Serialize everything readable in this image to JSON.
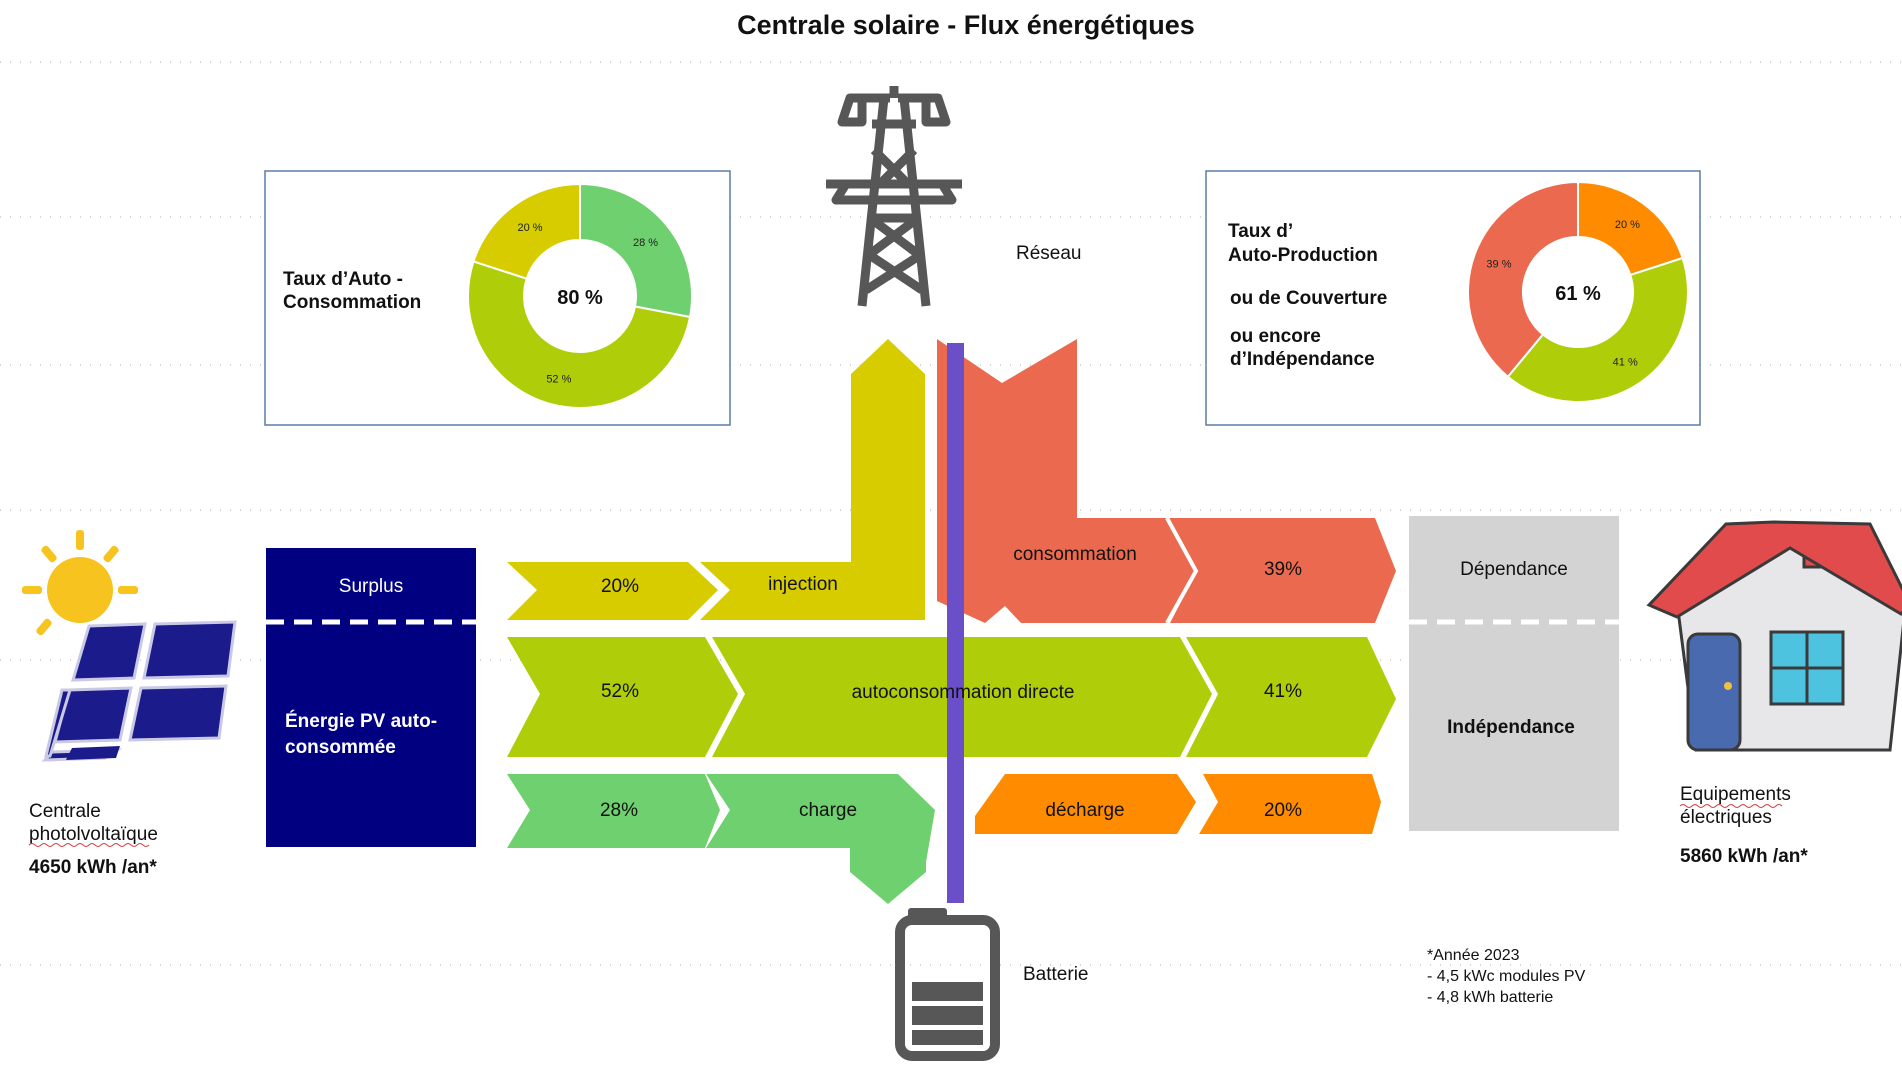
{
  "title": "Centrale solaire - Flux énergétiques",
  "self_consumption_box": {
    "label_line1": "Taux d’Auto -",
    "label_line2": "Consommation",
    "center": "80 %",
    "slices": [
      {
        "label": "28 %",
        "value": 28,
        "color": "#6fd070"
      },
      {
        "label": "52 %",
        "value": 52,
        "color": "#b0cd0a"
      },
      {
        "label": "20 %",
        "value": 20,
        "color": "#d6cc00"
      }
    ]
  },
  "self_production_box": {
    "label_line1": "Taux d’",
    "label_line2": "Auto-Production",
    "label_line3": "ou de Couverture",
    "label_line4": "ou encore",
    "label_line5": "d’Indépendance",
    "center": "61 %",
    "slices": [
      {
        "label": "20 %",
        "value": 20,
        "color": "#ff8c00"
      },
      {
        "label": "41 %",
        "value": 41,
        "color": "#b0cd0a"
      },
      {
        "label": "39 %",
        "value": 39,
        "color": "#eb6a4f"
      }
    ]
  },
  "grid": {
    "label": "Réseau",
    "icon": "power-pylon-icon"
  },
  "battery": {
    "label": "Batterie",
    "icon": "battery-icon"
  },
  "pv": {
    "icon": "solar-panel-icon",
    "label_line1": "Centrale",
    "label_line2": "photolvoltaïque",
    "production": "4650 kWh /an*"
  },
  "home": {
    "icon": "house-icon",
    "label_line1": "Equipements",
    "label_line2": "électriques",
    "consumption": "5860 kWh /an*"
  },
  "source_column": {
    "surplus": "Surplus",
    "self_line1": "Énergie PV auto-",
    "self_line2": "consommée"
  },
  "dest_column": {
    "dependence": "Dépendance",
    "independence": "Indépendance"
  },
  "flows": {
    "surplus_pct": "20%",
    "injection": "injection",
    "consumption": "consommation",
    "consumption_pct": "39%",
    "direct_pct_in": "52%",
    "direct": "autoconsommation directe",
    "direct_pct_out": "41%",
    "charge_pct": "28%",
    "charge": "charge",
    "discharge": "décharge",
    "discharge_pct": "20%"
  },
  "footnote": {
    "line1": "*Année 2023",
    "line2": "- 4,5 kWc modules PV",
    "line3": "- 4,8 kWh batterie"
  },
  "colors": {
    "surplus": "#d6cc00",
    "direct": "#b0cd0a",
    "charge": "#6fd070",
    "grid_import": "#eb6a4f",
    "discharge": "#ff8c00",
    "source_box": "#000080",
    "dest_box": "#d3d3d3",
    "grid_line": "#6a4fc8"
  }
}
